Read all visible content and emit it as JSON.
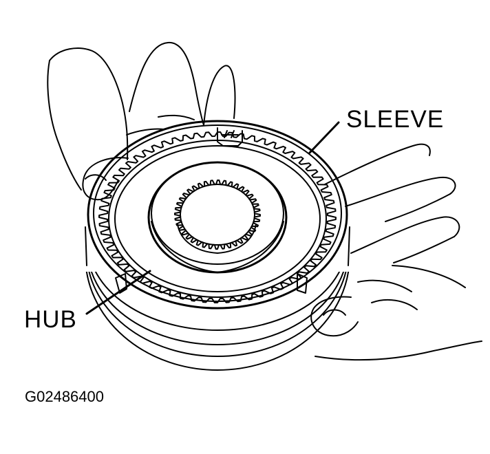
{
  "diagram": {
    "labels": {
      "sleeve": "SLEEVE",
      "hub": "HUB"
    },
    "figure_id": "G02486400",
    "colors": {
      "line": "#000000",
      "background": "#ffffff"
    },
    "icons": [
      "synchronizer-assembly-drawing",
      "hand-drawing"
    ]
  }
}
